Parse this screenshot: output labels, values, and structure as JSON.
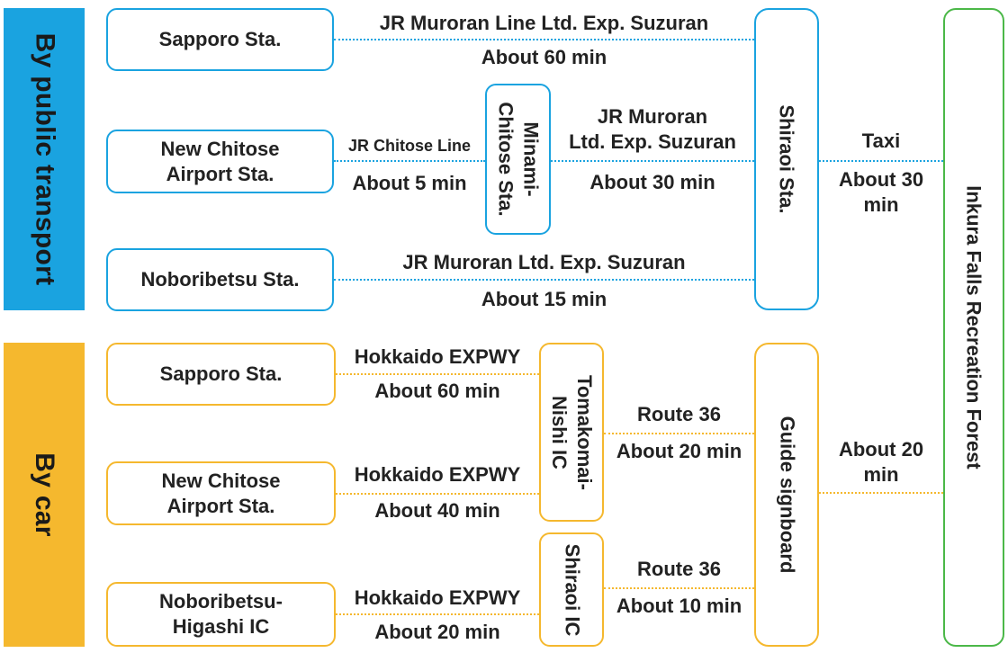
{
  "sections": {
    "public": "By public transport",
    "car": "By car"
  },
  "destination": "Inkura Falls Recreation Forest",
  "public_transport": {
    "origins": [
      "Sapporo Sta.",
      "New Chitose\nAirport Sta.",
      "Noboribetsu Sta."
    ],
    "transfer": "Minami-\nChitose Sta.",
    "hub": "Shiraoi Sta.",
    "routes": [
      {
        "line": "JR Muroran Line Ltd. Exp. Suzuran",
        "time": "About 60 min"
      },
      {
        "line": "JR Chitose Line",
        "time": "About 5 min"
      },
      {
        "line": "JR Muroran\nLtd. Exp. Suzuran",
        "time": "About 30 min"
      },
      {
        "line": "JR Muroran Ltd. Exp. Suzuran",
        "time": "About 15 min"
      }
    ],
    "final": {
      "mode": "Taxi",
      "time": "About 30\nmin"
    }
  },
  "car": {
    "origins": [
      "Sapporo Sta.",
      "New Chitose\nAirport Sta.",
      "Noboribetsu-\nHigashi IC"
    ],
    "interchanges": [
      "Tomakomai-\nNishi IC",
      "Shiraoi IC"
    ],
    "hub": "Guide signboard",
    "routes": [
      {
        "line": "Hokkaido EXPWY",
        "time": "About 60 min"
      },
      {
        "line": "Hokkaido EXPWY",
        "time": "About 40 min"
      },
      {
        "line": "Hokkaido EXPWY",
        "time": "About 20 min"
      },
      {
        "line": "Route 36",
        "time": "About 20 min"
      },
      {
        "line": "Route 36",
        "time": "About 10 min"
      }
    ],
    "final": {
      "time": "About 20\nmin"
    }
  },
  "colors": {
    "public": "#1aa3e0",
    "car": "#f5b82e",
    "destination": "#4bb848"
  }
}
